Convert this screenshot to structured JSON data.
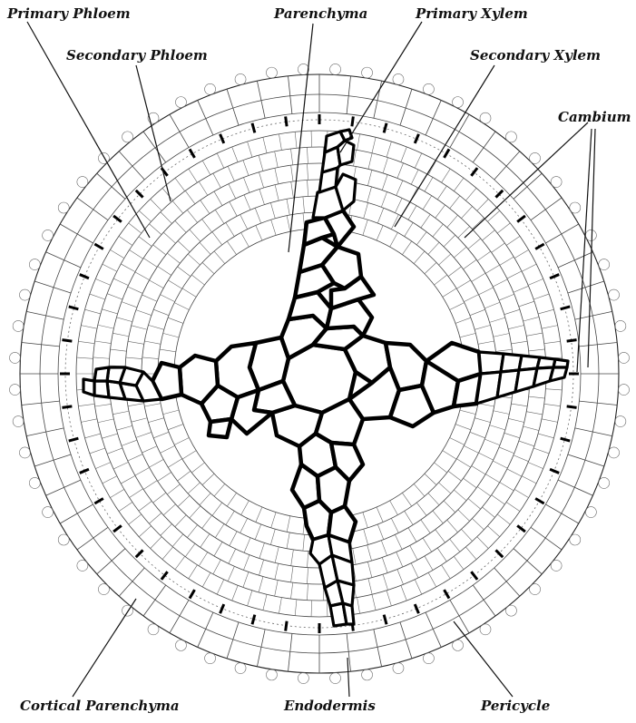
{
  "labels": {
    "primary_phloem": "Primary Phloem",
    "secondary_phloem": "Secondary Phloem",
    "parenchyma": "Parenchyma",
    "primary_xylem": "Primary Xylem",
    "secondary_xylem": "Secondary Xylem",
    "cambium": "Cambium",
    "cortical_parenchyma": "Cortical Parenchyma",
    "endodermis": "Endodermis",
    "pericycle": "Pericycle"
  }
}
